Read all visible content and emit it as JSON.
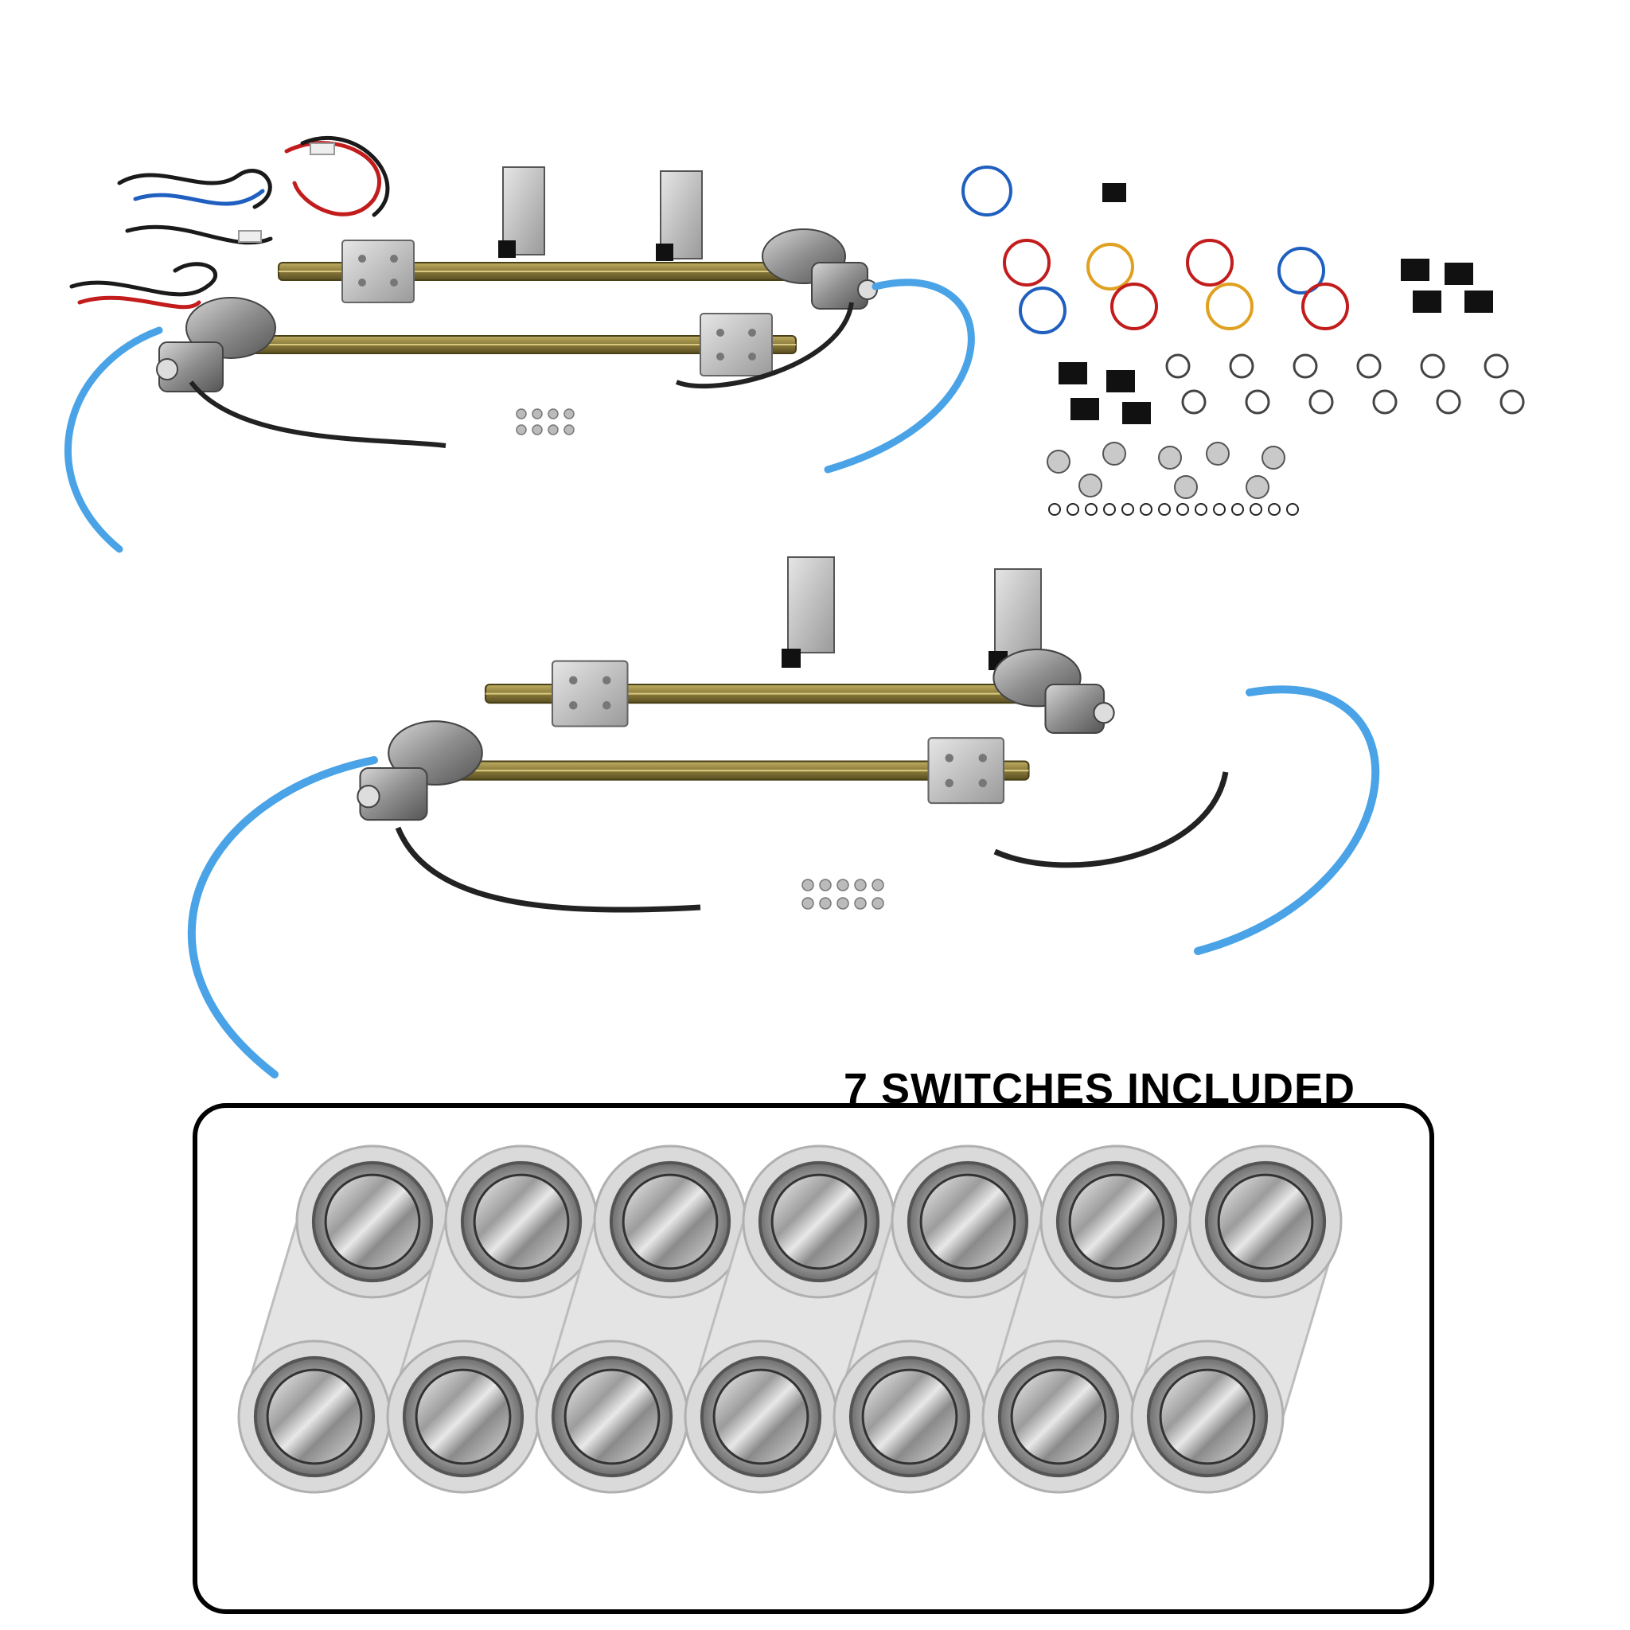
{
  "caption": "7 SWITCHES INCLUDED",
  "switch_count": 7,
  "kits": [
    {
      "name": "window-regulator-kit-1",
      "regulators": 2
    },
    {
      "name": "window-regulator-kit-2",
      "regulators": 2
    }
  ],
  "colors": {
    "rail": "#8a7a3a",
    "rail_edge": "#5a4f22",
    "motor": "#8e8e8e",
    "cable": "#4aa3e6",
    "wire": "#1a1a1a",
    "metal": "#c9c9c9",
    "panel_border": "#000000"
  }
}
